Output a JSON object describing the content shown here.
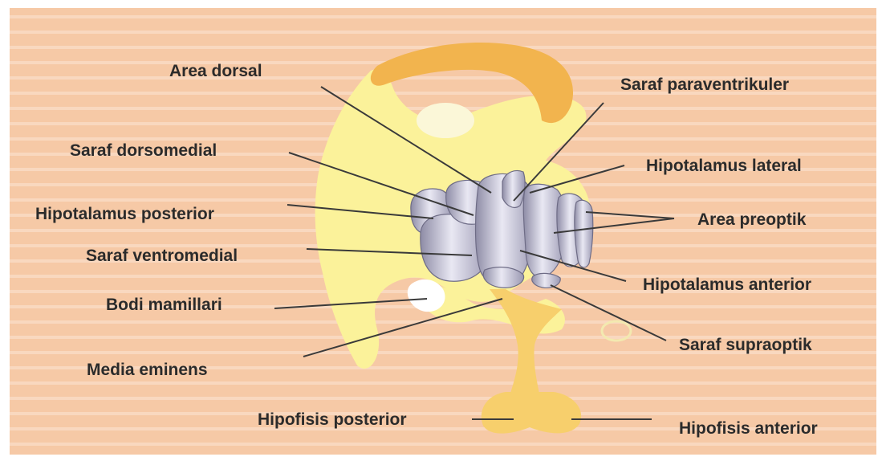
{
  "colors": {
    "background": "#f6c9a6",
    "stripe": "#fbe0cc",
    "brain_tissue": "#fbf29a",
    "corpus_callosum": "#f2b44e",
    "pituitary": "#f7cf6c",
    "nuclei_fill": "#a9a7bd",
    "nuclei_highlight": "#e7e6f1",
    "leader_line": "#3a3a3a",
    "text": "#2b2b2b"
  },
  "labels": {
    "area_dorsal": "Area dorsal",
    "saraf_paraventrikuler": "Saraf paraventrikuler",
    "saraf_dorsomedial": "Saraf dorsomedial",
    "hipotalamus_lateral": "Hipotalamus lateral",
    "hipotalamus_posterior": "Hipotalamus posterior",
    "area_preoptik": "Area preoptik",
    "saraf_ventromedial": "Saraf ventromedial",
    "hipotalamus_anterior": "Hipotalamus anterior",
    "bodi_mamillari": "Bodi mamillari",
    "saraf_supraoptik": "Saraf supraoptik",
    "media_eminens": "Media eminens",
    "hipofisis_posterior": "Hipofisis posterior",
    "hipofisis_anterior": "Hipofisis anterior"
  }
}
